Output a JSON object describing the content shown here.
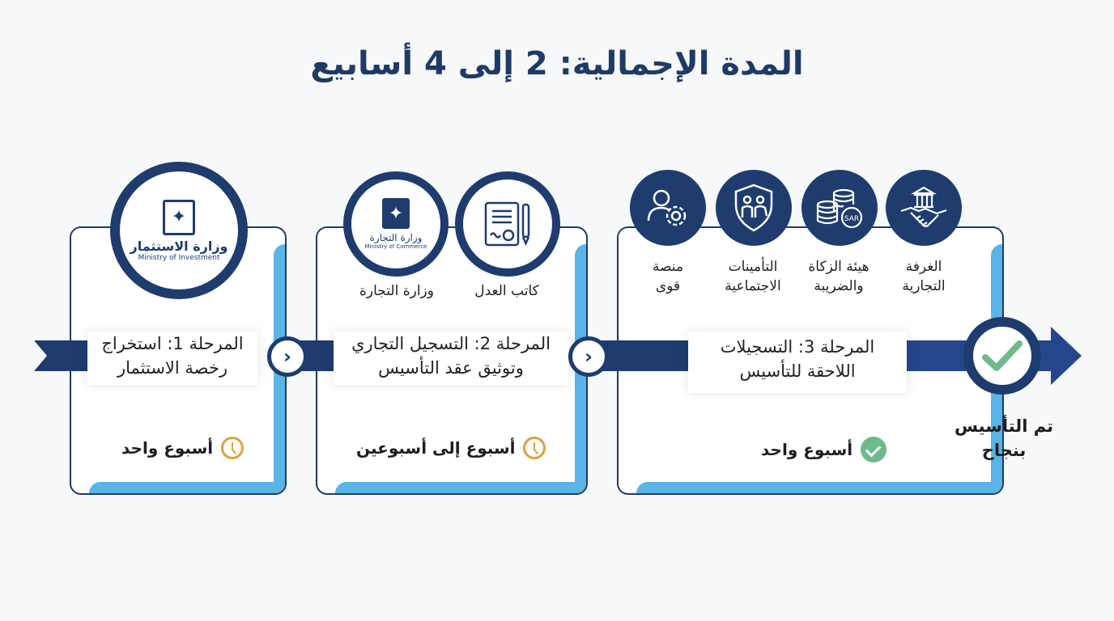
{
  "title": "المدة الإجمالية: 2 إلى 4 أسابيع",
  "colors": {
    "navy": "#1e3c6e",
    "accent_blue": "#5ab4e6",
    "clock_orange": "#e0a03a",
    "check_green": "#6dbb8a",
    "arrow_blue": "#25468a"
  },
  "stages": [
    {
      "title_line1": "المرحلة 1: استخراج",
      "title_line2": "رخصة الاستثمار",
      "duration": "أسبوع واحد",
      "duration_icon": "clock-icon",
      "entities": [
        {
          "name_ar": "وزارة الاستثمار",
          "name_en": "Ministry of Investment",
          "icon": "ministry-of-investment-logo"
        }
      ]
    },
    {
      "title_line1": "المرحلة 2: التسجيل التجاري",
      "title_line2": "وتوثيق عقد التأسيس",
      "duration": "أسبوع إلى أسبوعين",
      "duration_icon": "clock-icon",
      "entities": [
        {
          "label": "وزارة التجارة",
          "name_ar": "وزارة التجارة",
          "name_en": "Ministry of Commerce",
          "icon": "ministry-of-commerce-logo"
        },
        {
          "label": "كاتب العدل",
          "icon": "notary-document-pen-icon"
        }
      ]
    },
    {
      "title_line1": "المرحلة 3: التسجيلات",
      "title_line2": "اللاحقة للتأسيس",
      "duration": "أسبوع واحد",
      "duration_icon": "check-circle-icon",
      "entities": [
        {
          "label_line1": "منصة",
          "label_line2": "قوى",
          "icon": "user-gear-icon"
        },
        {
          "label_line1": "التأمينات",
          "label_line2": "الاجتماعية",
          "icon": "family-shield-icon"
        },
        {
          "label_line1": "هيئة الزكاة",
          "label_line2": "والضريبة",
          "icon": "coins-sar-icon",
          "badge": "SAR"
        },
        {
          "label_line1": "الغرفة",
          "label_line2": "التجارية",
          "icon": "building-handshake-icon"
        }
      ]
    }
  ],
  "final": {
    "line1": "تم التأسيس",
    "line2": "بنجاح",
    "icon": "check-icon"
  },
  "next_arrow": "›"
}
